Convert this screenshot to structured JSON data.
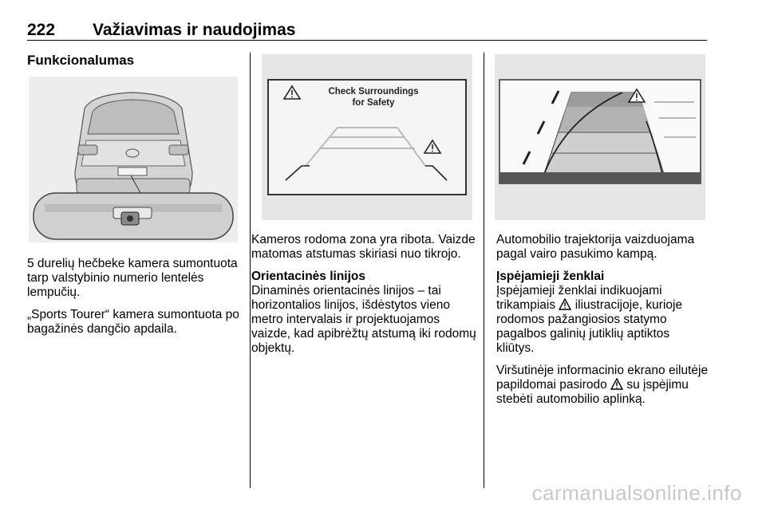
{
  "header": {
    "page_number": "222",
    "title": "Važiavimas ir naudojimas"
  },
  "section": {
    "title": "Funkcionalumas"
  },
  "col1": {
    "p1": "5 durelių hečbeke kamera sumontuota tarp valstybinio numerio lentelės lempučių.",
    "p2": "„Sports Tourer“ kamera sumontuota po bagažinės dangčio apdaila."
  },
  "col2": {
    "screen_text_line1": "Check Surroundings",
    "screen_text_line2": "for Safety",
    "p1": "Kameros rodoma zona yra ribota. Vaizde matomas atstumas skiriasi nuo tikrojo.",
    "subheading": "Orientacinės linijos",
    "p2": "Dinaminės orientacinės linijos – tai horizontalios linijos, išdėstytos vieno metro intervalais ir projektuojamos vaizde, kad apibrėžtų atstumą iki rodomų objektų."
  },
  "col3": {
    "p1": "Automobilio trajektorija vaizduojama pagal vairo pasukimo kampą.",
    "subheading": "Įspėjamieji ženklai",
    "p2a": "Įspėjamieji ženklai indikuojami trikampiais",
    "p2b": "iliustracijoje, kurioje rodomos pažangiosios statymo pagalbos galinių jutiklių aptiktos kliūtys.",
    "p3a": "Viršutinėje informacinio ekrano eilutėje papildomai pasirodo",
    "p3b": "su įspėjimu stebėti automobilio aplinką."
  },
  "footer": {
    "watermark": "carmanualsonline.info"
  },
  "icons": [
    "warning-triangle-icon"
  ]
}
